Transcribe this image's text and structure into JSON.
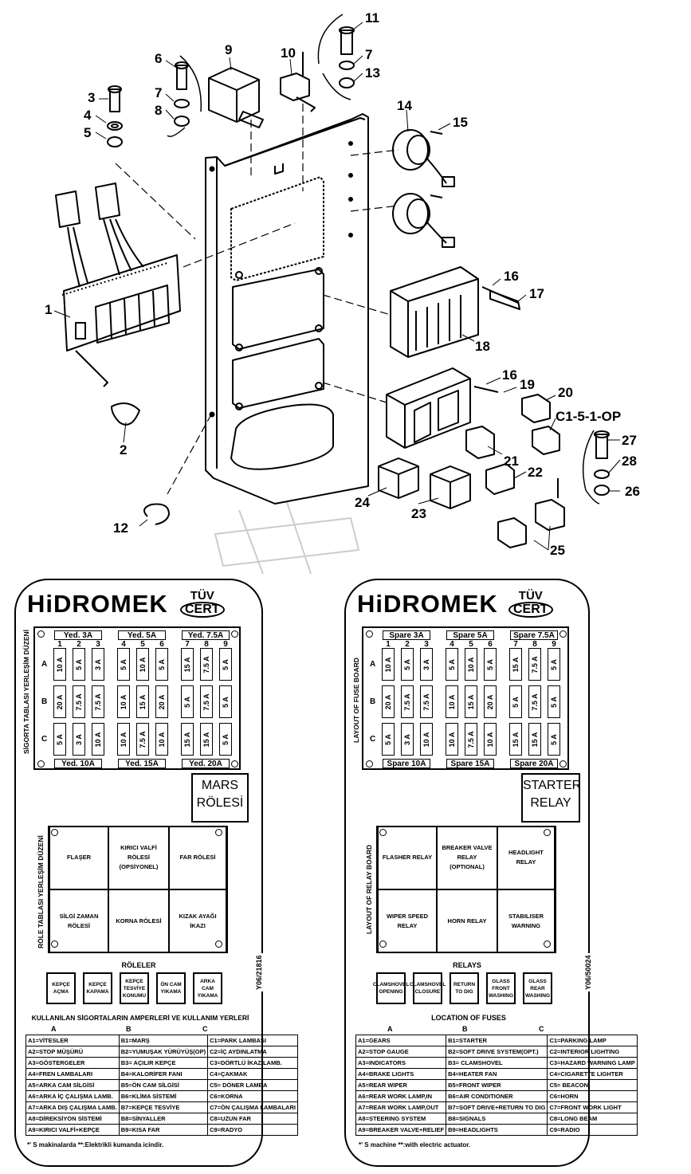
{
  "callouts": {
    "p1": "1",
    "p2": "2",
    "p3": "3",
    "p4": "4",
    "p5": "5",
    "p6": "6",
    "p7a": "7",
    "p7b": "7",
    "p8": "8",
    "p9": "9",
    "p10": "10",
    "p11": "11",
    "p12": "12",
    "p13": "13",
    "p14": "14",
    "p15": "15",
    "p16a": "16",
    "p16b": "16",
    "p17": "17",
    "p18": "18",
    "p19": "19",
    "p20": "20",
    "pc1": "C1-5-1-OP",
    "p21": "21",
    "p22": "22",
    "p23": "23",
    "p24": "24",
    "p25": "25",
    "p26": "26",
    "p27": "27",
    "p28": "28"
  },
  "fuse_columns": [
    "1",
    "2",
    "3",
    "4",
    "5",
    "6",
    "7",
    "8",
    "9"
  ],
  "fuse_rows": [
    "A",
    "B",
    "C"
  ],
  "fuse_values": {
    "A": [
      "10 A",
      "5 A",
      "3 A",
      "5 A",
      "10 A",
      "5 A",
      "15 A",
      "7.5 A",
      "5 A"
    ],
    "B": [
      "20 A",
      "7.5 A",
      "7.5 A",
      "10 A",
      "15 A",
      "20 A",
      "5 A",
      "7.5 A",
      "5 A"
    ],
    "C": [
      "5 A",
      "3 A",
      "10 A",
      "10 A",
      "7.5 A",
      "10 A",
      "15 A",
      "15 A",
      "5 A"
    ]
  },
  "panel_tr": {
    "brand": "HiDROMEK",
    "tuv_top": "TÜV",
    "tuv_cert": "CERT",
    "spare_top": [
      "Yed. 3A",
      "Yed. 5A",
      "Yed. 7.5A"
    ],
    "spare_bottom": [
      "Yed. 10A",
      "Yed. 15A",
      "Yed. 20A"
    ],
    "fuse_layout_title": "SİGORTA TABLASI YERLEŞİM DÜZENİ",
    "starter_l1": "MARS",
    "starter_l2": "RÖLESİ",
    "relay_layout_title": "RÖLE TABLASI YERLEŞİM DÜZENİ",
    "relay_cells": [
      "FLAŞER",
      "KIRICI VALFİ RÖLESİ (OPSİYONEL)",
      "FAR RÖLESİ",
      "SİLGİ ZAMAN RÖLESİ",
      "KORNA RÖLESİ",
      "KIZAK AYAĞI İKAZI"
    ],
    "relays_title": "RÖLELER",
    "switches": [
      "KEPÇE AÇMA",
      "KEPÇE KAPAMA",
      "KEPÇE TESVİYE KONUMU",
      "ÖN CAM YIKAMA",
      "ARKA CAM YIKAMA"
    ],
    "fuse_usage_title": "KULLANILAN SİGORTALARIN AMPERLERİ VE KULLANIM YERLERİ",
    "cols": [
      "A",
      "B",
      "C"
    ],
    "rows": [
      [
        "A1=VİTESLER",
        "B1=MARŞ",
        "C1=PARK LAMBASI"
      ],
      [
        "A2=STOP MÜŞÜRÜ",
        "B2=YUMUŞAK YÜRÜYÜŞ(OP)",
        "C2=İÇ AYDINLATMA"
      ],
      [
        "A3=GÖSTERGELER",
        "B3= AÇILIR KEPÇE",
        "C3=DÖRTLÜ İKAZ LAMB."
      ],
      [
        "A4=FREN LAMBALARI",
        "B4=KALORİFER FANI",
        "C4=ÇAKMAK"
      ],
      [
        "A5=ARKA CAM SİLGİSİ",
        "B5=ÖN CAM SİLGİSİ",
        "C5= DÖNER LAMBA"
      ],
      [
        "A6=ARKA İÇ ÇALIŞMA LAMB.",
        "B6=KLİMA SİSTEMİ",
        "C6=KORNA"
      ],
      [
        "A7=ARKA DIŞ ÇALIŞMA LAMB.",
        "B7=KEPÇE TESVİYE",
        "C7=ÖN ÇALIŞMA LAMBALARI"
      ],
      [
        "A8=DİREKSİYON SİSTEMİ",
        "B8=SİNYALLER",
        "C8=UZUN FAR"
      ],
      [
        "A9=KIRICI VALFİ+KEPÇE",
        "B9=KISA FAR",
        "C9=RADYO"
      ]
    ],
    "footnote": "*' S makinalarda  **:Elektrikli kumanda icindir.",
    "doc_id": "Y06/21816"
  },
  "panel_en": {
    "brand": "HiDROMEK",
    "tuv_top": "TÜV",
    "tuv_cert": "CERT",
    "spare_top": [
      "Spare 3A",
      "Spare 5A",
      "Spare 7.5A"
    ],
    "spare_bottom": [
      "Spare 10A",
      "Spare 15A",
      "Spare 20A"
    ],
    "fuse_layout_title": "LAYOUT OF FUSE BOARD",
    "starter_l1": "STARTER",
    "starter_l2": "RELAY",
    "relay_layout_title": "LAYOUT OF RELAY BOARD",
    "relay_cells": [
      "FLASHER RELAY",
      "BREAKER VALVE RELAY (OPTIONAL)",
      "HEADLIGHT RELAY",
      "WIPER SPEED RELAY",
      "HORN RELAY",
      "STABILISER WARNING"
    ],
    "relays_title": "RELAYS",
    "switches": [
      "CLAMSHOVEL OPENING",
      "CLAMSHOVEL CLOSURE",
      "RETURN TO DIG",
      "GLASS FRONT WASHING",
      "GLASS REAR WASHING"
    ],
    "fuse_usage_title": "LOCATION OF FUSES",
    "cols": [
      "A",
      "B",
      "C"
    ],
    "rows": [
      [
        "A1=GEARS",
        "B1=STARTER",
        "C1=PARKING LAMP"
      ],
      [
        "A2=STOP GAUGE",
        "B2=SOFT DRIVE SYSTEM(OPT.)",
        "C2=INTERIOR LIGHTING"
      ],
      [
        "A3=INDICATORS",
        "B3= CLAMSHOVEL",
        "C3=HAZARD WARNING LAMP"
      ],
      [
        "A4=BRAKE LIGHTS",
        "B4=HEATER FAN",
        "C4=CIGARETTE LIGHTER"
      ],
      [
        "A5=REAR WIPER",
        "B5=FRONT WIPER",
        "C5= BEACON"
      ],
      [
        "A6=REAR WORK LAMP,IN",
        "B6=AIR CONDITIONER",
        "C6=HORN"
      ],
      [
        "A7=REAR WORK LAMP,OUT",
        "B7=SOFT DRIVE+RETURN TO DIG",
        "C7=FRONT WORK LIGHT"
      ],
      [
        "A8=STEERING SYSTEM",
        "B8=SIGNALS",
        "C8=LONG BEAM"
      ],
      [
        "A9=BREAKER VALVE+RELIEF",
        "B9=HEADLIGHTS",
        "C9=RADIO"
      ]
    ],
    "footnote": "*' S machine   **:with electric actuator.",
    "doc_id": "Y06/50024"
  }
}
